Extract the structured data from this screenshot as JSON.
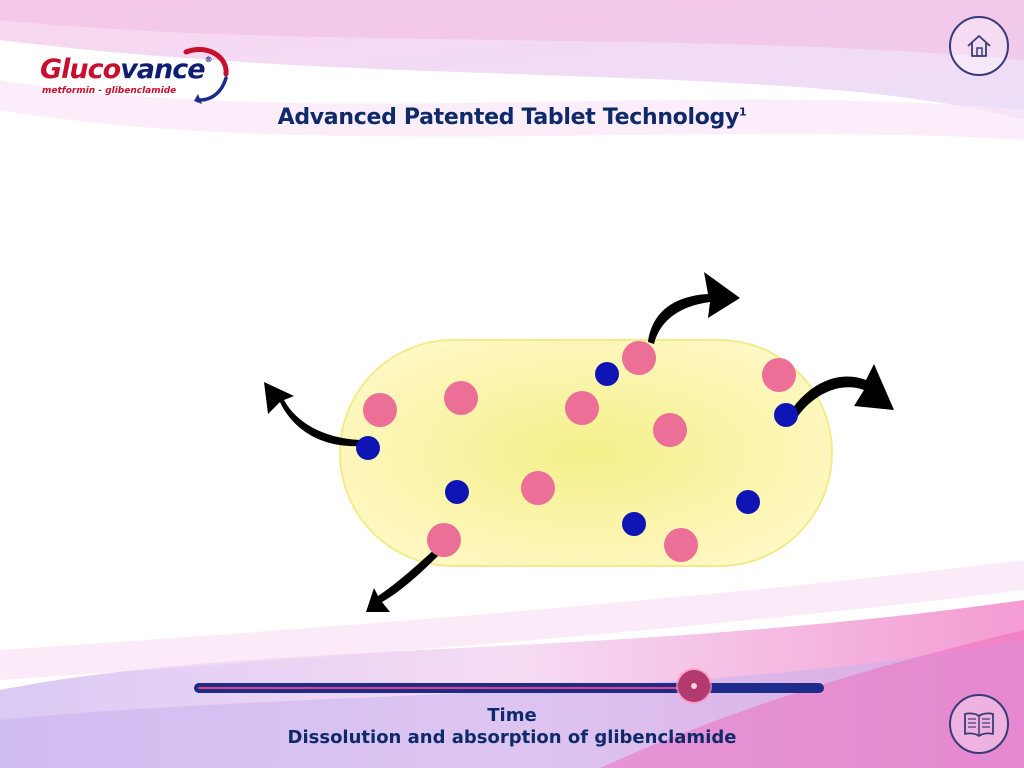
{
  "brand": {
    "logo_part1": "Gluco",
    "logo_part2": "vance",
    "logo_mark": "®",
    "logo_subtitle": "metformin - glibenclamide",
    "red": "#c8102e",
    "navy": "#0e1f73"
  },
  "header": {
    "title": "Advanced Patented Tablet Technology",
    "title_superscript": "1"
  },
  "nav": {
    "home_icon": "home-icon",
    "references_icon": "book-icon"
  },
  "diagram": {
    "tablet_color": "#fff7a8",
    "metformin_particle_color": "#ec6f97",
    "glibenclamide_particle_color": "#0f14b5",
    "arrow_color": "#000000"
  },
  "timeline": {
    "label": "Time",
    "caption": "Dissolution and absorption of glibenclamide",
    "progress": 0.8
  }
}
